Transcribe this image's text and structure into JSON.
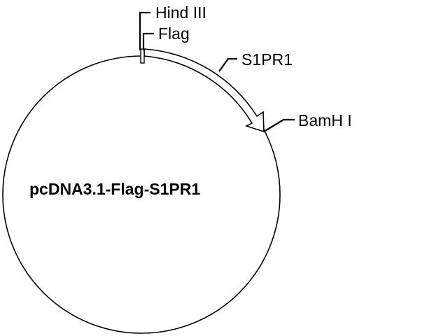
{
  "plasmid": {
    "name": "pcDNA3.1-Flag-S1PR1"
  },
  "features": {
    "hind3": "Hind III",
    "flag": "Flag",
    "insert": "S1PR1",
    "bamh1": "BamH I"
  },
  "colors": {
    "line": "#000000",
    "background": "#ffffff"
  }
}
